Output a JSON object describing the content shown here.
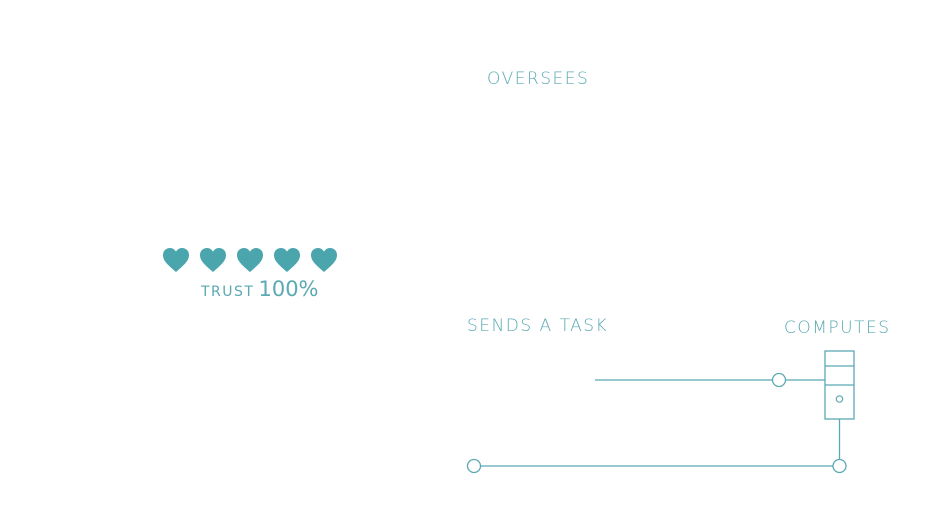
{
  "labels": {
    "oversees": "OVERSEES",
    "sends_task": "SENDS A TASK",
    "computes": "COMPUTES"
  },
  "trust": {
    "label": "TRUST",
    "value": "100%",
    "hearts_filled": 5,
    "hearts_total": 5
  },
  "colors": {
    "accent": "#5aa9b3",
    "heart": "#4aa5ad",
    "line": "#5aa9b3",
    "background": "#ffffff"
  },
  "icons": {
    "heart": "heart-icon",
    "server": "server-icon"
  }
}
